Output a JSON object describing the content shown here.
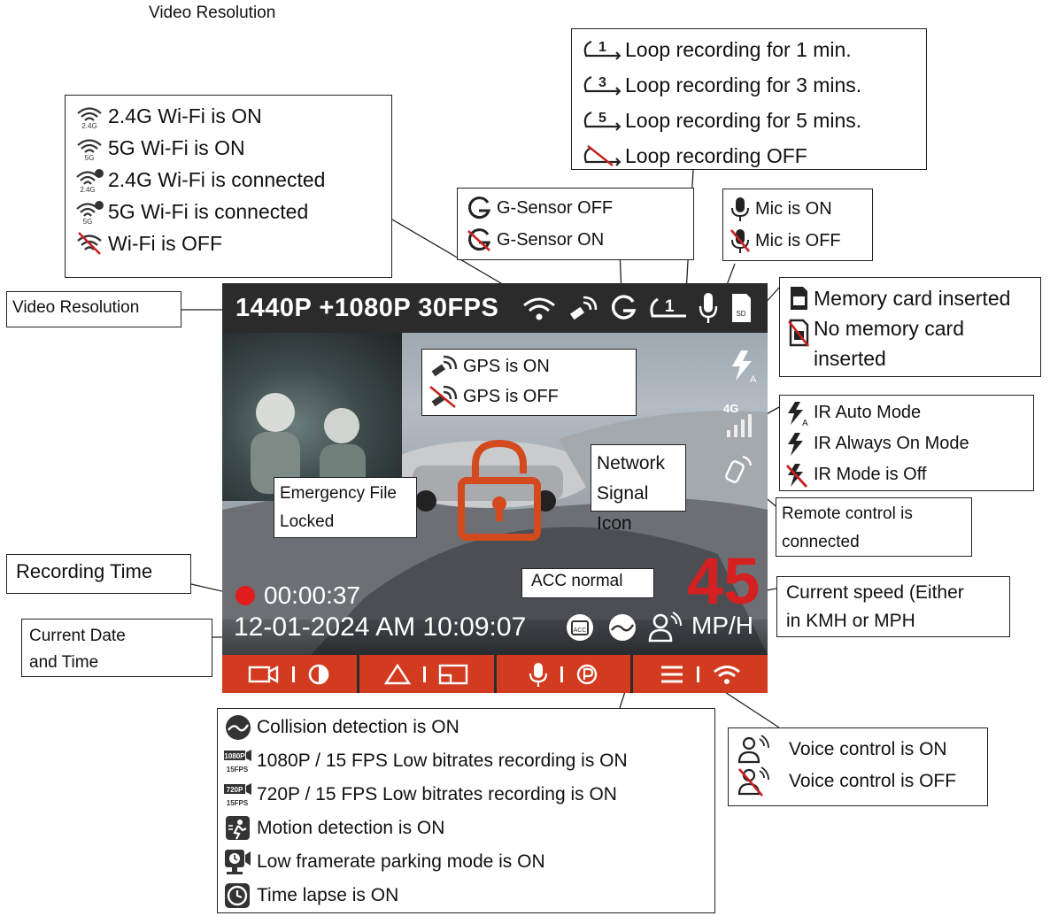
{
  "header": {
    "title": "Video Resolution"
  },
  "screen": {
    "resolution": "1440P +1080P 30FPS",
    "recording_time": "00:00:37",
    "date_time": "12-01-2024 AM 10:09:07",
    "speed": "45",
    "speed_unit": "MP/H",
    "network": "4G",
    "accent_color": "#d23b1f",
    "speed_color": "#d42020"
  },
  "wifi": {
    "items": [
      "2.4G Wi-Fi is ON",
      "5G Wi-Fi is ON",
      "2.4G Wi-Fi is connected",
      "5G Wi-Fi is connected",
      "Wi-Fi is OFF"
    ],
    "icon_labels": [
      "2.4G",
      "5G",
      "2.4G",
      "5G"
    ]
  },
  "loop": {
    "items": [
      "Loop recording for 1 min.",
      "Loop recording for 3 mins.",
      "Loop recording for 5 mins.",
      "Loop recording OFF"
    ],
    "icon_labels": [
      "1",
      "3",
      "5",
      ""
    ]
  },
  "gsensor": {
    "items": [
      "G-Sensor OFF",
      "G-Sensor ON"
    ]
  },
  "mic": {
    "items": [
      "Mic is ON",
      "Mic is OFF"
    ]
  },
  "memory": {
    "items": [
      "Memory card inserted",
      "No memory card",
      "inserted"
    ],
    "icon_label": "SD"
  },
  "gps": {
    "items": [
      "GPS is ON",
      "GPS is OFF"
    ]
  },
  "ir": {
    "items": [
      "IR Auto Mode",
      "IR Always On Mode",
      "IR Mode is Off"
    ],
    "icon_label": "A"
  },
  "labels": {
    "video_resolution": "Video Resolution",
    "emergency": [
      "Emergency File",
      "Locked"
    ],
    "network": [
      "Network",
      "Signal Icon"
    ],
    "remote": [
      "Remote control is",
      "connected"
    ],
    "recording_time": "Recording Time",
    "current_date": [
      "Current Date",
      "and Time"
    ],
    "acc": "ACC normal",
    "speed": [
      "Current speed (Either",
      "in KMH or MPH"
    ]
  },
  "voice": {
    "items": [
      "Voice control is ON",
      "Voice control is OFF"
    ]
  },
  "modes": {
    "items": [
      "Collision detection is ON",
      "1080P / 15 FPS Low bitrates recording is ON",
      "720P / 15 FPS Low bitrates recording is ON",
      "Motion detection is ON",
      "Low framerate parking mode is ON",
      "Time lapse is ON"
    ],
    "icon_labels": [
      "1080P",
      "15FPS",
      "720P",
      "15FPS"
    ],
    "acc_icon_label": "ACC"
  }
}
